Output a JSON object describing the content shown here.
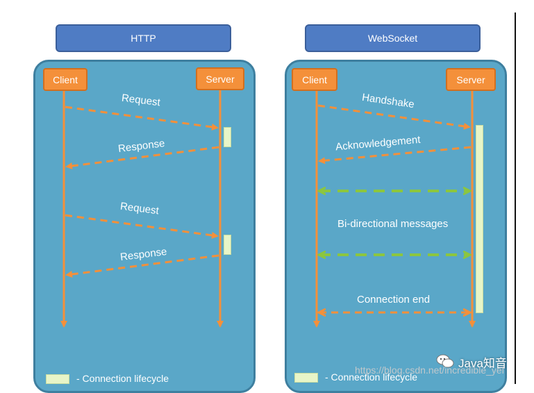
{
  "http": {
    "title": "HTTP",
    "client": "Client",
    "server": "Server",
    "messages": [
      "Request",
      "Response",
      "Request",
      "Response"
    ],
    "legend": "- Connection lifecycle"
  },
  "websocket": {
    "title": "WebSocket",
    "client": "Client",
    "server": "Server",
    "handshake": "Handshake",
    "ack": "Acknowledgement",
    "bidi": "Bi-directional messages",
    "end": "Connection end",
    "legend": "- Connection lifecycle"
  },
  "watermark": {
    "url": "https://blog.csdn.net/incredible_yel",
    "brand": "Java知音"
  },
  "colors": {
    "panel": "#5aa7c8",
    "title_box": "#4f7cc4",
    "actor": "#f4903a",
    "arrow_orange": "#f4903a",
    "arrow_green": "#8cc63f",
    "lifecycle": "#e8f5c8"
  }
}
